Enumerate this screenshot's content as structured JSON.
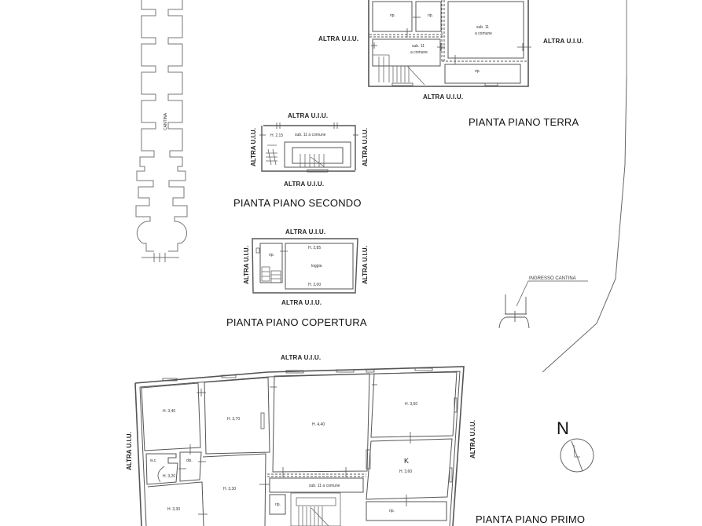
{
  "drawing": {
    "type": "floor plan",
    "background": "#ffffff",
    "line_color": "#555555"
  },
  "plans": {
    "terra": {
      "title": "PIANTA PIANO TERRA",
      "neighbors": {
        "left": "ALTRA U.I.U.",
        "right": "ALTRA U.I.U.",
        "bottom": "ALTRA U.I.U."
      },
      "rooms": [
        {
          "label": "rip."
        },
        {
          "label": "rip."
        },
        {
          "label": "sub. 11",
          "label2": "a comune"
        },
        {
          "label": "sub. 11",
          "label2": "a comune"
        },
        {
          "label": "rip."
        }
      ]
    },
    "secondo": {
      "title": "PIANTA PIANO SECONDO",
      "neighbors": {
        "top": "ALTRA U.I.U.",
        "left": "ALTRA U.I.U.",
        "right": "ALTRA U.I.U.",
        "bottom": "ALTRA U.I.U."
      },
      "rooms": [
        {
          "label": "H. 2,15"
        },
        {
          "label": "sub. 11 a comune"
        }
      ]
    },
    "copertura": {
      "title": "PIANTA PIANO COPERTURA",
      "neighbors": {
        "top": "ALTRA U.I.U.",
        "left": "ALTRA U.I.U.",
        "right": "ALTRA U.I.U.",
        "bottom": "ALTRA U.I.U."
      },
      "rooms": [
        {
          "label": "rip."
        },
        {
          "label": "loggia"
        },
        {
          "label": "H. 2,85"
        },
        {
          "label": "H. 2,00"
        }
      ]
    },
    "primo": {
      "title": "PIANTA PIANO PRIMO",
      "neighbors": {
        "top": "ALTRA U.I.U.",
        "left": "ALTRA U.I.U.",
        "right": "ALTRA U.I.U."
      },
      "rooms": [
        {
          "label": "H. 3,40"
        },
        {
          "label": "H. 3,70"
        },
        {
          "label": "H. 4,40"
        },
        {
          "label": "H. 3,60"
        },
        {
          "label": "w.c."
        },
        {
          "label": "dis."
        },
        {
          "label": "H. 3,20"
        },
        {
          "label": "H. 3,30"
        },
        {
          "label": "H. 3,30"
        },
        {
          "label": "K"
        },
        {
          "label": "H. 3,60"
        },
        {
          "label": "sub. 11 a comune"
        },
        {
          "label": "rip."
        },
        {
          "label": "rip."
        }
      ]
    }
  },
  "cantina": {
    "label": "CANTINA"
  },
  "ingresso": {
    "label": "INGRESSO CANTINA"
  },
  "compass": {
    "label": "N"
  }
}
